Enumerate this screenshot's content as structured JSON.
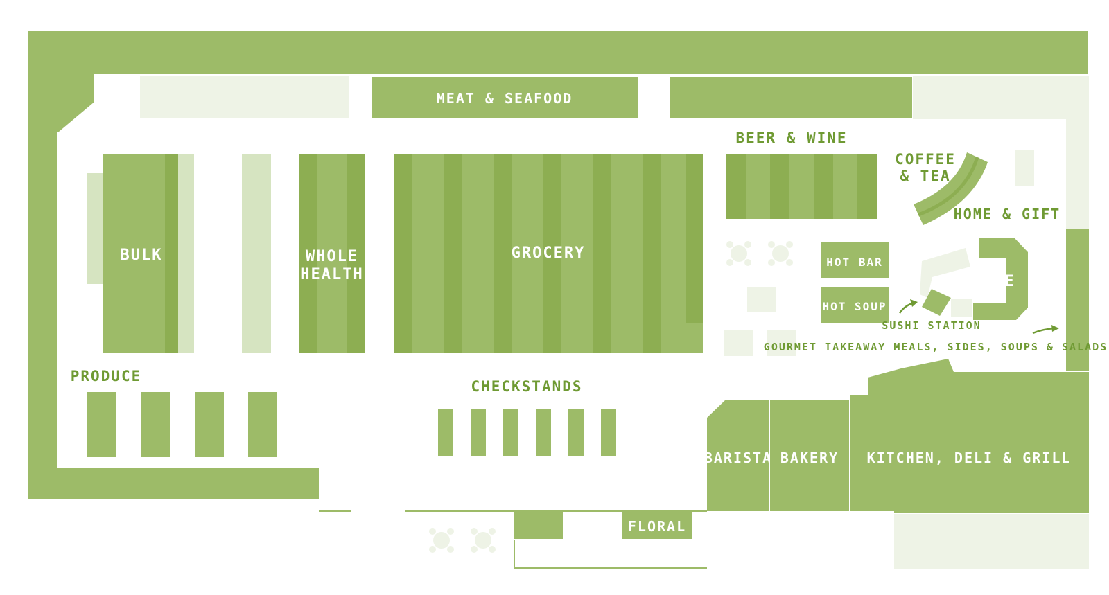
{
  "colors": {
    "green": "#9dbb68",
    "green_dark": "#8dae52",
    "green_light": "#d6e4c1",
    "green_pale": "#eef3e6",
    "white": "#ffffff",
    "label_on_green": "#ffffff",
    "label_on_white": "#6f9a33"
  },
  "labels": {
    "meat_seafood": "MEAT & SEAFOOD",
    "beer_wine": "BEER & WINE",
    "coffee_tea_line1": "COFFEE",
    "coffee_tea_line2": "& TEA",
    "home_gift": "HOME & GIFT",
    "bulk": "BULK",
    "whole_health_line1": "WHOLE",
    "whole_health_line2": "HEALTH",
    "grocery": "GROCERY",
    "hot_bar": "HOT BAR",
    "hot_soup": "HOT SOUP",
    "cheese": "CHEESE",
    "sushi_station": "SUSHI STATION",
    "gourmet_takeaway": "GOURMET TAKEAWAY MEALS, SIDES, SOUPS & SALADS",
    "produce": "PRODUCE",
    "checkstands": "CHECKSTANDS",
    "barista": "BARISTA",
    "bakery": "BAKERY",
    "kitchen_deli_grill": "KITCHEN, DELI & GRILL",
    "floral": "FLORAL"
  },
  "icons": {
    "table": "cafe-table-icon",
    "arrow": "curved-arrow-icon"
  }
}
